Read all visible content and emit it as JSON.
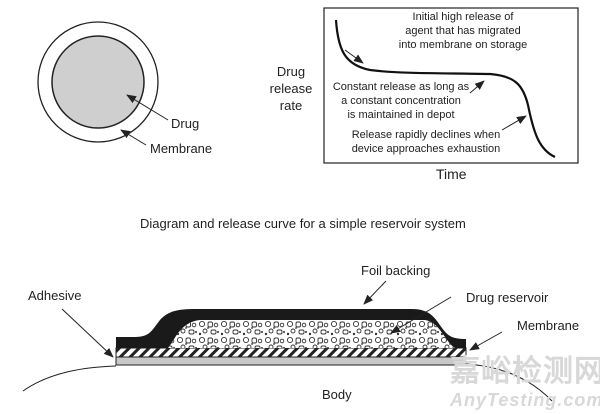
{
  "reservoir_diagram": {
    "labels": {
      "drug": "Drug",
      "membrane": "Membrane"
    }
  },
  "release_curve": {
    "y_axis_label": [
      "Drug",
      "release",
      "rate"
    ],
    "x_axis_label": "Time",
    "annotations": {
      "initial": [
        "Initial high release of",
        "agent that has migrated",
        "into membrane on storage"
      ],
      "constant": [
        "Constant release as long as",
        "a constant concentration",
        "is maintained in depot"
      ],
      "decline": [
        "Release rapidly declines when",
        "device approaches exhaustion"
      ]
    }
  },
  "caption": "Diagram and release curve for a simple reservoir system",
  "patch_diagram": {
    "labels": {
      "adhesive": "Adhesive",
      "foil_backing": "Foil backing",
      "drug_reservoir": "Drug reservoir",
      "membrane": "Membrane",
      "body": "Body"
    }
  },
  "watermark": {
    "chinese": "嘉峪检测网",
    "english": "AnyTesting.com"
  },
  "colors": {
    "drug_fill": "#cfcfcf",
    "adhesive_fill": "#c8c8c8",
    "foil": "#1a1a1a",
    "watermark": "#d8d8d8"
  }
}
